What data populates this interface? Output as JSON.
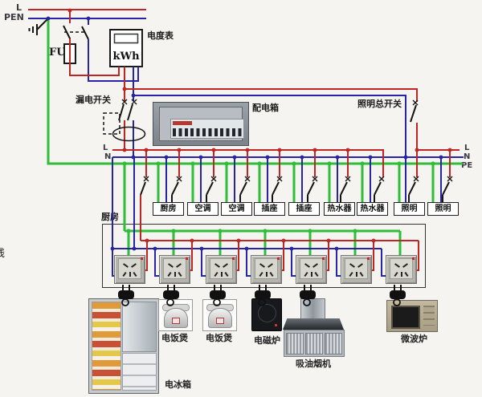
{
  "colors": {
    "live": "#c02423",
    "neutral": "#2824a8",
    "earth": "#2fbe3a",
    "switch_black": "#151515"
  },
  "supply": {
    "l": "L",
    "pen": "PEN"
  },
  "meter": {
    "name": "电度表",
    "unit": "kWh"
  },
  "fuse": {
    "label": "FU"
  },
  "rcd": {
    "label": "漏电开关"
  },
  "panel": {
    "label": "配电箱"
  },
  "lighting_main_switch": {
    "label": "照明总开关"
  },
  "bus_mid": {
    "l": "L",
    "n": "N"
  },
  "bus_right": {
    "l": "L",
    "n": "N",
    "pe": "PE"
  },
  "kitchen": {
    "label": "厨房"
  },
  "branches": [
    "厨房",
    "空调",
    "空调",
    "插座",
    "插座",
    "热水器",
    "热水器",
    "照明",
    "照明"
  ],
  "appliances": {
    "fridge": "电冰箱",
    "cooker1": "电饭煲",
    "cooker2": "电饭煲",
    "induction": "电磁炉",
    "hood": "吸油烟机",
    "microwave": "微波炉"
  },
  "edge_text": "线"
}
